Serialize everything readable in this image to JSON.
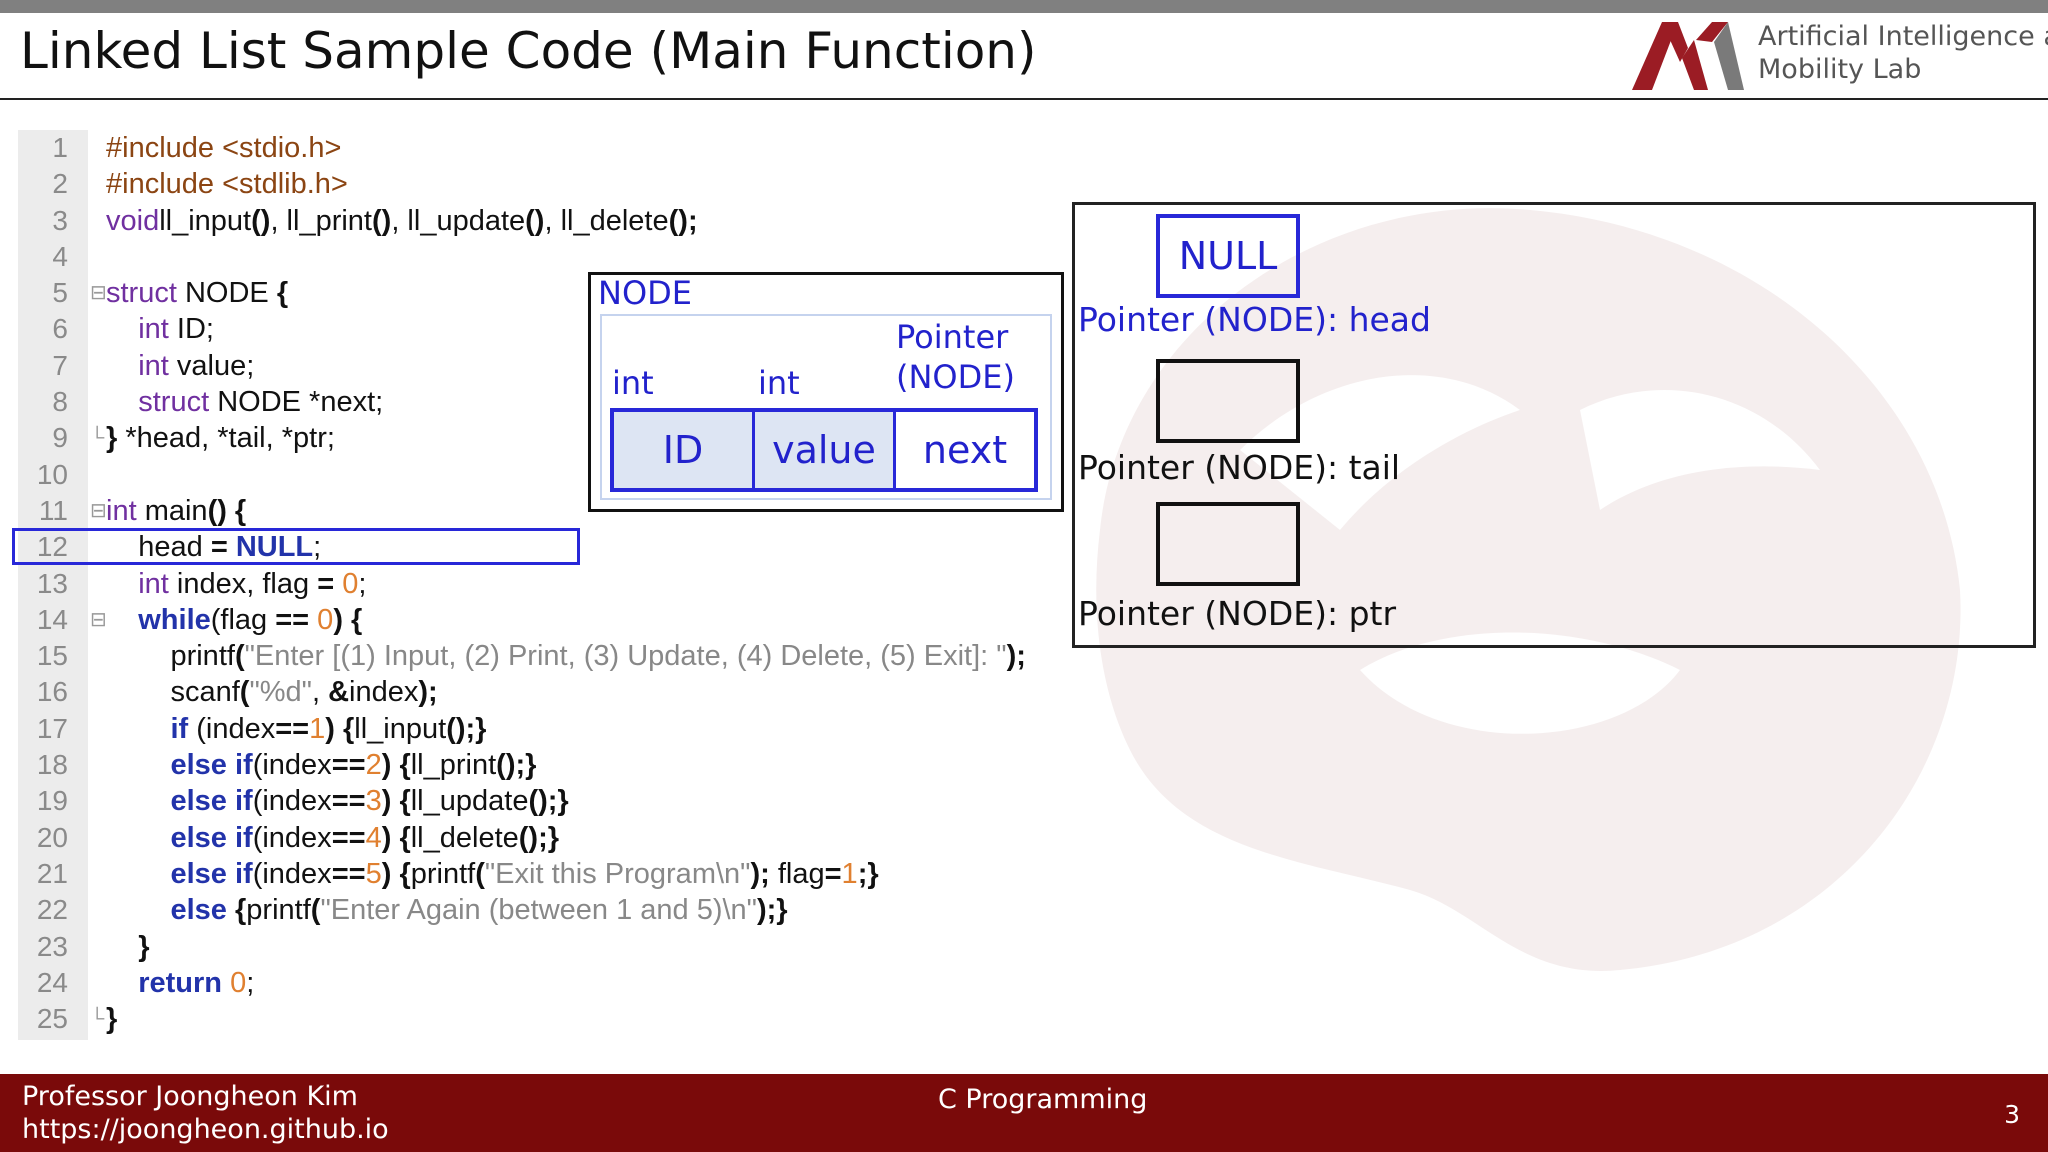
{
  "slide": {
    "title": "Linked List Sample Code (Main Function)",
    "lab_line1": "Artificial Intelligence and",
    "lab_line2": "Mobility Lab"
  },
  "colors": {
    "brand": "#7a0a0a",
    "accent_blue": "#2828d8",
    "topbar": "#808080"
  },
  "code_lines": [
    {
      "n": "1",
      "segs": [
        [
          "pp",
          "#include <stdio.h>"
        ]
      ]
    },
    {
      "n": "2",
      "segs": [
        [
          "pp",
          "#include <stdlib.h>"
        ]
      ]
    },
    {
      "n": "3",
      "segs": [
        [
          "ty",
          "void"
        ],
        [
          "",
          "ll_input"
        ],
        [
          "pu",
          "()"
        ],
        [
          "",
          ", ll_print"
        ],
        [
          "pu",
          "()"
        ],
        [
          "",
          ", ll_update"
        ],
        [
          "pu",
          "()"
        ],
        [
          "",
          ", ll_delete"
        ],
        [
          "pu",
          "();"
        ]
      ]
    },
    {
      "n": "4",
      "segs": []
    },
    {
      "n": "5",
      "fold": "⊟",
      "segs": [
        [
          "ty",
          "struct"
        ],
        [
          "",
          " NODE "
        ],
        [
          "pu",
          "{"
        ]
      ]
    },
    {
      "n": "6",
      "segs": [
        [
          "",
          "    "
        ],
        [
          "ty",
          "int"
        ],
        [
          "",
          " ID;"
        ]
      ]
    },
    {
      "n": "7",
      "segs": [
        [
          "",
          "    "
        ],
        [
          "ty",
          "int"
        ],
        [
          "",
          " value;"
        ]
      ]
    },
    {
      "n": "8",
      "segs": [
        [
          "",
          "    "
        ],
        [
          "ty",
          "struct"
        ],
        [
          "",
          " NODE *next;"
        ]
      ]
    },
    {
      "n": "9",
      "fold": "└",
      "segs": [
        [
          "pu",
          "}"
        ],
        [
          "",
          " *head, *tail, *ptr;"
        ]
      ]
    },
    {
      "n": "10",
      "segs": []
    },
    {
      "n": "11",
      "fold": "⊟",
      "segs": [
        [
          "ty",
          "int"
        ],
        [
          "",
          " main"
        ],
        [
          "pu",
          "() {"
        ]
      ]
    },
    {
      "n": "12",
      "segs": [
        [
          "",
          "    head "
        ],
        [
          "pu",
          "="
        ],
        [
          "",
          " "
        ],
        [
          "kw",
          "NULL"
        ],
        [
          "",
          ";"
        ]
      ]
    },
    {
      "n": "13",
      "segs": [
        [
          "",
          "    "
        ],
        [
          "ty",
          "int"
        ],
        [
          "",
          " index, flag "
        ],
        [
          "pu",
          "="
        ],
        [
          "",
          " "
        ],
        [
          "num-lit",
          "0"
        ],
        [
          "",
          ";"
        ]
      ]
    },
    {
      "n": "14",
      "fold": "⊟",
      "segs": [
        [
          "",
          "    "
        ],
        [
          "kw",
          "while"
        ],
        [
          "",
          "(flag "
        ],
        [
          "pu",
          "=="
        ],
        [
          "",
          " "
        ],
        [
          "num-lit",
          "0"
        ],
        [
          "pu",
          ") {"
        ]
      ]
    },
    {
      "n": "15",
      "segs": [
        [
          "",
          "        printf"
        ],
        [
          "pu",
          "("
        ],
        [
          "str",
          "\"Enter [(1) Input, (2) Print, (3) Update, (4) Delete, (5) Exit]: \""
        ],
        [
          "pu",
          ");"
        ]
      ]
    },
    {
      "n": "16",
      "segs": [
        [
          "",
          "        scanf"
        ],
        [
          "pu",
          "("
        ],
        [
          "str",
          "\"%d\""
        ],
        [
          "",
          ", "
        ],
        [
          "pu",
          "&"
        ],
        [
          "",
          "index"
        ],
        [
          "pu",
          ");"
        ]
      ]
    },
    {
      "n": "17",
      "segs": [
        [
          "",
          "        "
        ],
        [
          "kw",
          "if"
        ],
        [
          "",
          " (index"
        ],
        [
          "pu",
          "=="
        ],
        [
          "num-lit",
          "1"
        ],
        [
          "pu",
          ")"
        ],
        [
          "",
          " "
        ],
        [
          "pu",
          "{"
        ],
        [
          "",
          "ll_input"
        ],
        [
          "pu",
          "();}"
        ]
      ]
    },
    {
      "n": "18",
      "segs": [
        [
          "",
          "        "
        ],
        [
          "kw",
          "else if"
        ],
        [
          "",
          "(index"
        ],
        [
          "pu",
          "=="
        ],
        [
          "num-lit",
          "2"
        ],
        [
          "pu",
          ")"
        ],
        [
          "",
          " "
        ],
        [
          "pu",
          "{"
        ],
        [
          "",
          "ll_print"
        ],
        [
          "pu",
          "();}"
        ]
      ]
    },
    {
      "n": "19",
      "segs": [
        [
          "",
          "        "
        ],
        [
          "kw",
          "else if"
        ],
        [
          "",
          "(index"
        ],
        [
          "pu",
          "=="
        ],
        [
          "num-lit",
          "3"
        ],
        [
          "pu",
          ")"
        ],
        [
          "",
          " "
        ],
        [
          "pu",
          "{"
        ],
        [
          "",
          "ll_update"
        ],
        [
          "pu",
          "();}"
        ]
      ]
    },
    {
      "n": "20",
      "segs": [
        [
          "",
          "        "
        ],
        [
          "kw",
          "else if"
        ],
        [
          "",
          "(index"
        ],
        [
          "pu",
          "=="
        ],
        [
          "num-lit",
          "4"
        ],
        [
          "pu",
          ")"
        ],
        [
          "",
          " "
        ],
        [
          "pu",
          "{"
        ],
        [
          "",
          "ll_delete"
        ],
        [
          "pu",
          "();}"
        ]
      ]
    },
    {
      "n": "21",
      "segs": [
        [
          "",
          "        "
        ],
        [
          "kw",
          "else if"
        ],
        [
          "",
          "(index"
        ],
        [
          "pu",
          "=="
        ],
        [
          "num-lit",
          "5"
        ],
        [
          "pu",
          ")"
        ],
        [
          "",
          " "
        ],
        [
          "pu",
          "{"
        ],
        [
          "",
          "printf"
        ],
        [
          "pu",
          "("
        ],
        [
          "str",
          "\"Exit this Program\\n\""
        ],
        [
          "pu",
          ");"
        ],
        [
          "",
          " flag"
        ],
        [
          "pu",
          "="
        ],
        [
          "num-lit",
          "1"
        ],
        [
          "pu",
          ";}"
        ]
      ]
    },
    {
      "n": "22",
      "segs": [
        [
          "",
          "        "
        ],
        [
          "kw",
          "else"
        ],
        [
          "",
          " "
        ],
        [
          "pu",
          "{"
        ],
        [
          "",
          "printf"
        ],
        [
          "pu",
          "("
        ],
        [
          "str",
          "\"Enter Again (between 1 and 5)\\n\""
        ],
        [
          "pu",
          ");}"
        ]
      ]
    },
    {
      "n": "23",
      "segs": [
        [
          "",
          "    "
        ],
        [
          "pu",
          "}"
        ]
      ]
    },
    {
      "n": "24",
      "segs": [
        [
          "",
          "    "
        ],
        [
          "kw",
          "return"
        ],
        [
          "",
          " "
        ],
        [
          "num-lit",
          "0"
        ],
        [
          "",
          ";"
        ]
      ]
    },
    {
      "n": "25",
      "fold": "└",
      "segs": [
        [
          "pu",
          "}"
        ]
      ]
    }
  ],
  "node_struct": {
    "label": "NODE",
    "type_id": "int",
    "type_value": "int",
    "type_next_line1": "Pointer",
    "type_next_line2": "(NODE)",
    "field_id": "ID",
    "field_value": "value",
    "field_next": "next"
  },
  "pointers": {
    "head_value": "NULL",
    "head_label": "Pointer (NODE): head",
    "tail_label": "Pointer (NODE): tail",
    "ptr_label": "Pointer (NODE): ptr"
  },
  "footer": {
    "professor": "Professor Joongheon Kim",
    "url": "https://joongheon.github.io",
    "course": "C Programming",
    "page": "3"
  }
}
